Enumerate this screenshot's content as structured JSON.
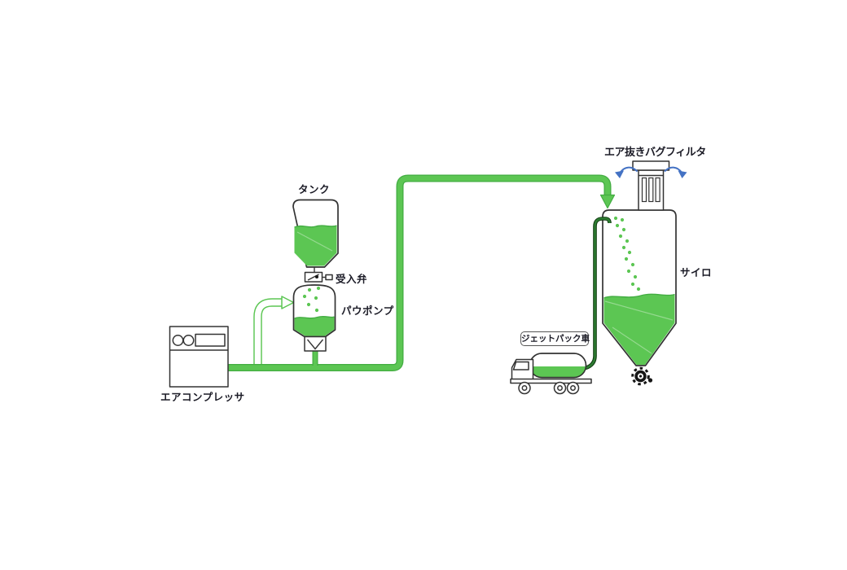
{
  "diagram": {
    "labels": {
      "tank": "タンク",
      "inlet_valve": "受入弁",
      "pow_pump": "パウポンプ",
      "air_compressor": "エアコンプレッサ",
      "air_vent_bag_filter": "エア抜きバグフィルタ",
      "silo": "サイロ",
      "jet_pack_truck": "ジェットパック車"
    },
    "colors": {
      "material_green": "#5cc653",
      "green_dark": "#43ad42",
      "hose_green": "#2e7d32",
      "hose_edge": "#123c12",
      "air_blue": "#4472c4",
      "outline": "#333333",
      "text_color": "#1b1b26"
    }
  }
}
